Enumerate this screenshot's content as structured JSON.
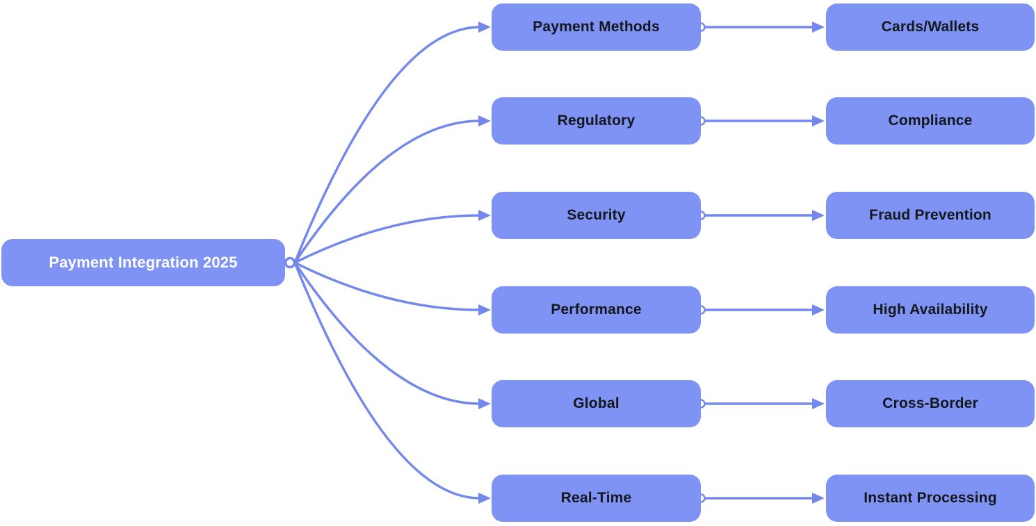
{
  "diagram": {
    "type": "mindmap-flowchart",
    "root": {
      "label": "Payment Integration 2025"
    },
    "branches": [
      {
        "label": "Payment Methods",
        "child": {
          "label": "Cards/Wallets"
        }
      },
      {
        "label": "Regulatory",
        "child": {
          "label": "Compliance"
        }
      },
      {
        "label": "Security",
        "child": {
          "label": "Fraud Prevention"
        }
      },
      {
        "label": "Performance",
        "child": {
          "label": "High Availability"
        }
      },
      {
        "label": "Global",
        "child": {
          "label": "Cross-Border"
        }
      },
      {
        "label": "Real-Time",
        "child": {
          "label": "Instant Processing"
        }
      }
    ],
    "colors": {
      "node_fill": "#7E93F4",
      "edge_stroke": "#7488EC",
      "root_text": "#FFFFFF",
      "branch_text": "#14171C",
      "connector_dot_fill": "#FFFFFF",
      "background": "#FFFFFF"
    }
  }
}
